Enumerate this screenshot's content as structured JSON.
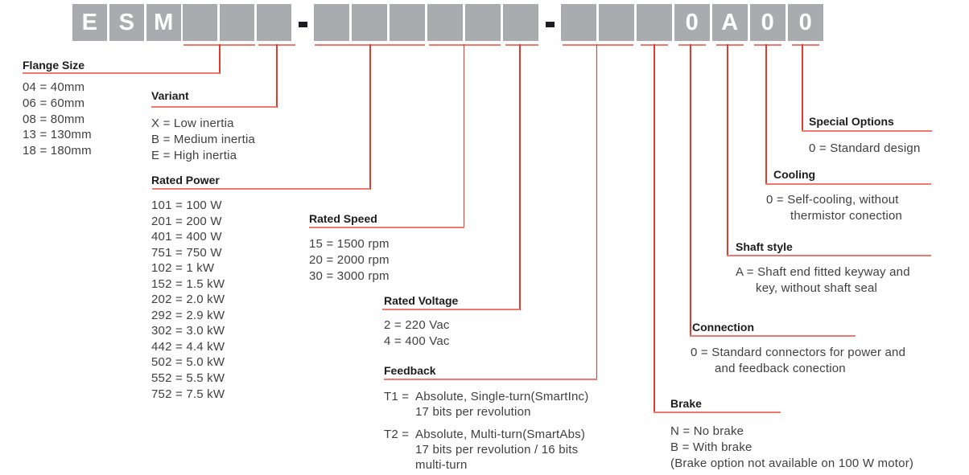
{
  "code": {
    "separator": "-",
    "groups": [
      [
        "E",
        "S",
        "M",
        "",
        "",
        ""
      ],
      [
        "",
        "",
        "",
        "",
        "",
        ""
      ],
      [
        "",
        "",
        "",
        "0",
        "A",
        "0",
        "0"
      ]
    ]
  },
  "sections": {
    "flange": {
      "title": "Flange Size",
      "items": [
        "04 = 40mm",
        "06 = 60mm",
        "08 = 80mm",
        "13 = 130mm",
        "18 = 180mm"
      ]
    },
    "variant": {
      "title": "Variant",
      "items": [
        "X = Low inertia",
        "B = Medium inertia",
        "E = High inertia"
      ]
    },
    "power": {
      "title": "Rated Power",
      "items": [
        "101 = 100 W",
        "201 = 200 W",
        "401 = 400 W",
        "751 = 750 W",
        "102 = 1 kW",
        "152 = 1.5 kW",
        "202 = 2.0 kW",
        "292 = 2.9 kW",
        "302 = 3.0 kW",
        "442 = 4.4 kW",
        "502 = 5.0 kW",
        "552 = 5.5 kW",
        "752 = 7.5 kW"
      ]
    },
    "speed": {
      "title": "Rated Speed",
      "items": [
        "15 = 1500 rpm",
        "20 = 2000 rpm",
        "30 = 3000 rpm"
      ]
    },
    "voltage": {
      "title": "Rated Voltage",
      "items": [
        "2 = 220 Vac",
        "4 = 400 Vac"
      ]
    },
    "feedback": {
      "title": "Feedback",
      "entries": [
        {
          "code": "T1 =",
          "lines": [
            "Absolute, Single-turn(SmartInc)",
            "17 bits per revolution"
          ]
        },
        {
          "code": "T2 =",
          "lines": [
            "Absolute, Multi-turn(SmartAbs)",
            "17 bits per revolution / 16 bits",
            "multi-turn"
          ]
        }
      ]
    },
    "brake": {
      "title": "Brake",
      "items": [
        "N = No brake",
        "B = With brake",
        "(Brake option not available on 100 W motor)"
      ]
    },
    "connection": {
      "title": "Connection",
      "lines": [
        "0 = Standard connectors for power and",
        "and feedback conection"
      ]
    },
    "shaft": {
      "title": "Shaft style",
      "lines": [
        "A = Shaft end fitted keyway and",
        "key, without shaft seal"
      ]
    },
    "cooling": {
      "title": "Cooling",
      "lines": [
        "0 = Self-cooling, without",
        "thermistor conection"
      ]
    },
    "special": {
      "title": "Special Options",
      "lines": [
        "0 = Standard design"
      ]
    }
  },
  "colors": {
    "box_gray": "#a9abae",
    "box_letter": "#ffffff",
    "line_red": "#e23a2f",
    "line_salmon": "#f0796d",
    "separator_dark": "#1d1c22",
    "title_text": "#1c1c1c",
    "body_text": "#3f3f3f"
  }
}
